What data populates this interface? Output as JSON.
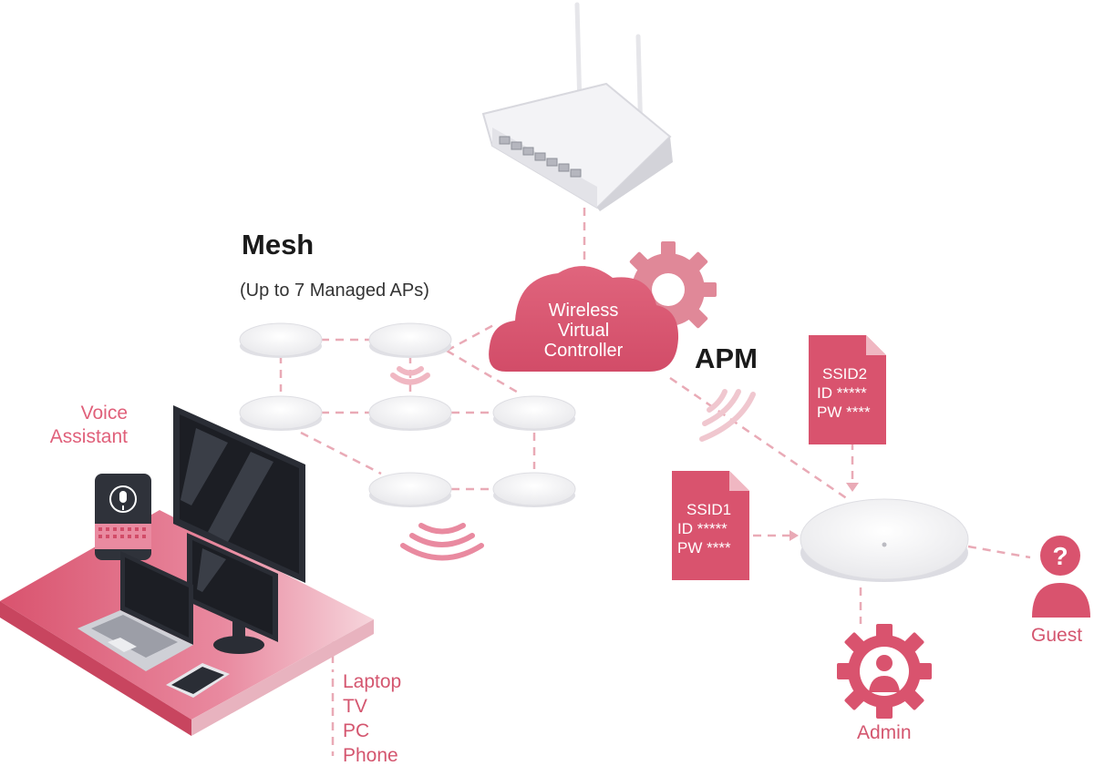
{
  "mesh": {
    "title": "Mesh",
    "subtitle": "(Up to 7 Managed APs)"
  },
  "apm": {
    "title": "APM"
  },
  "cloud": {
    "line1": "Wireless",
    "line2": "Virtual",
    "line3": "Controller"
  },
  "voice_assistant": {
    "line1": "Voice",
    "line2": "Assistant"
  },
  "devices": [
    "Laptop",
    "TV",
    "PC",
    "Phone"
  ],
  "ssid1": {
    "name": "SSID1",
    "id": "ID *****",
    "pw": "PW ****"
  },
  "ssid2": {
    "name": "SSID2",
    "id": "ID *****",
    "pw": "PW ****"
  },
  "roles": {
    "admin": "Admin",
    "guest": "Guest"
  },
  "colors": {
    "accent": "#d9536e",
    "accent_light": "#f0b7c2",
    "dash": "#e9aab6"
  }
}
